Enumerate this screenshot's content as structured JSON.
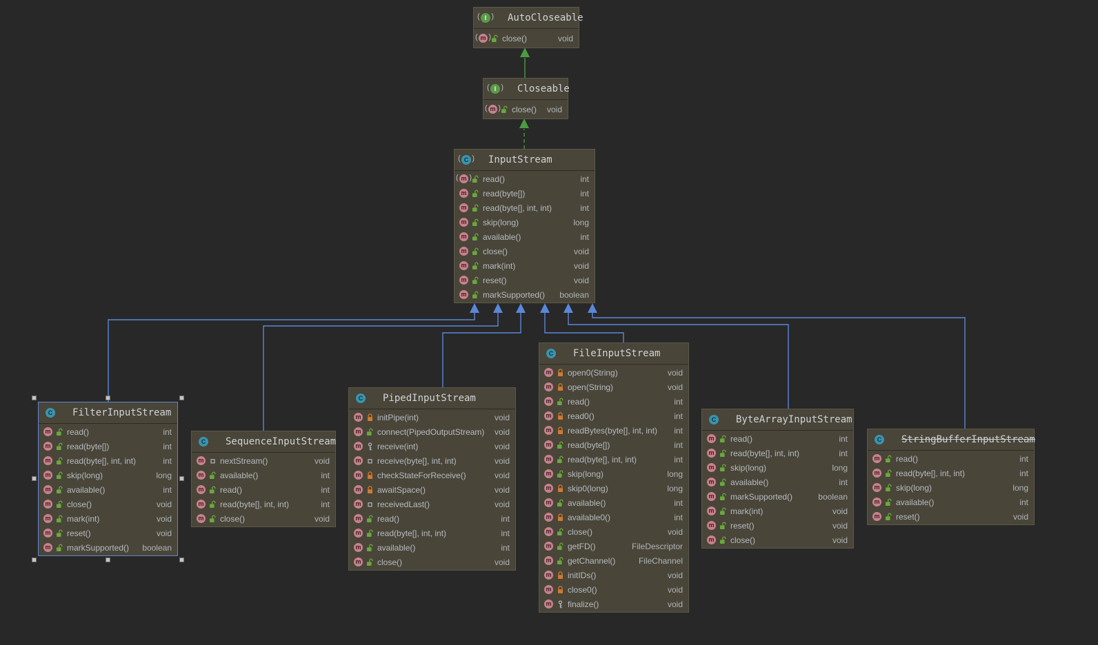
{
  "diagram": {
    "tool": "UML class diagram",
    "colors": {
      "background": "#282828",
      "box_fill": "#494539",
      "box_border": "#5c584a",
      "selection_border": "#5d87d3",
      "extends_edge_blue": "#5b87d8",
      "interface_edge_green": "#4c9a44",
      "public_icon_green": "#6aa83d",
      "private_icon_orange": "#d07a30",
      "method_icon_pink": "#c9818c",
      "class_icon_teal": "#3b93ae",
      "interface_icon_green": "#5a9c49"
    },
    "classes": [
      {
        "id": "autocloseable",
        "name": "AutoCloseable",
        "kind": "interface",
        "abstract": true,
        "deprecated": false,
        "selected": false,
        "methods": [
          {
            "name": "close()",
            "type": "void",
            "visibility": "public",
            "abstract": true
          }
        ]
      },
      {
        "id": "closeable",
        "name": "Closeable",
        "kind": "interface",
        "abstract": true,
        "deprecated": false,
        "selected": false,
        "methods": [
          {
            "name": "close()",
            "type": "void",
            "visibility": "public",
            "abstract": true
          }
        ]
      },
      {
        "id": "inputstream",
        "name": "InputStream",
        "kind": "class",
        "abstract": true,
        "deprecated": false,
        "selected": false,
        "methods": [
          {
            "name": "read()",
            "type": "int",
            "visibility": "public",
            "abstract": true
          },
          {
            "name": "read(byte[])",
            "type": "int",
            "visibility": "public",
            "abstract": false
          },
          {
            "name": "read(byte[], int, int)",
            "type": "int",
            "visibility": "public",
            "abstract": false
          },
          {
            "name": "skip(long)",
            "type": "long",
            "visibility": "public",
            "abstract": false
          },
          {
            "name": "available()",
            "type": "int",
            "visibility": "public",
            "abstract": false
          },
          {
            "name": "close()",
            "type": "void",
            "visibility": "public",
            "abstract": false
          },
          {
            "name": "mark(int)",
            "type": "void",
            "visibility": "public",
            "abstract": false
          },
          {
            "name": "reset()",
            "type": "void",
            "visibility": "public",
            "abstract": false
          },
          {
            "name": "markSupported()",
            "type": "boolean",
            "visibility": "public",
            "abstract": false
          }
        ]
      },
      {
        "id": "filterinputstream",
        "name": "FilterInputStream",
        "kind": "class",
        "abstract": false,
        "deprecated": false,
        "selected": true,
        "methods": [
          {
            "name": "read()",
            "type": "int",
            "visibility": "public",
            "abstract": false
          },
          {
            "name": "read(byte[])",
            "type": "int",
            "visibility": "public",
            "abstract": false
          },
          {
            "name": "read(byte[], int, int)",
            "type": "int",
            "visibility": "public",
            "abstract": false
          },
          {
            "name": "skip(long)",
            "type": "long",
            "visibility": "public",
            "abstract": false
          },
          {
            "name": "available()",
            "type": "int",
            "visibility": "public",
            "abstract": false
          },
          {
            "name": "close()",
            "type": "void",
            "visibility": "public",
            "abstract": false
          },
          {
            "name": "mark(int)",
            "type": "void",
            "visibility": "public",
            "abstract": false
          },
          {
            "name": "reset()",
            "type": "void",
            "visibility": "public",
            "abstract": false
          },
          {
            "name": "markSupported()",
            "type": "boolean",
            "visibility": "public",
            "abstract": false
          }
        ]
      },
      {
        "id": "sequenceinputstream",
        "name": "SequenceInputStream",
        "kind": "class",
        "abstract": false,
        "deprecated": false,
        "selected": false,
        "methods": [
          {
            "name": "nextStream()",
            "type": "void",
            "visibility": "package",
            "abstract": false
          },
          {
            "name": "available()",
            "type": "int",
            "visibility": "public",
            "abstract": false
          },
          {
            "name": "read()",
            "type": "int",
            "visibility": "public",
            "abstract": false
          },
          {
            "name": "read(byte[], int, int)",
            "type": "int",
            "visibility": "public",
            "abstract": false
          },
          {
            "name": "close()",
            "type": "void",
            "visibility": "public",
            "abstract": false
          }
        ]
      },
      {
        "id": "pipedinputstream",
        "name": "PipedInputStream",
        "kind": "class",
        "abstract": false,
        "deprecated": false,
        "selected": false,
        "methods": [
          {
            "name": "initPipe(int)",
            "type": "void",
            "visibility": "private",
            "abstract": false
          },
          {
            "name": "connect(PipedOutputStream)",
            "type": "void",
            "visibility": "public",
            "abstract": false
          },
          {
            "name": "receive(int)",
            "type": "void",
            "visibility": "protected",
            "abstract": false
          },
          {
            "name": "receive(byte[], int, int)",
            "type": "void",
            "visibility": "package",
            "abstract": false
          },
          {
            "name": "checkStateForReceive()",
            "type": "void",
            "visibility": "private",
            "abstract": false
          },
          {
            "name": "awaitSpace()",
            "type": "void",
            "visibility": "private",
            "abstract": false
          },
          {
            "name": "receivedLast()",
            "type": "void",
            "visibility": "package",
            "abstract": false
          },
          {
            "name": "read()",
            "type": "int",
            "visibility": "public",
            "abstract": false
          },
          {
            "name": "read(byte[], int, int)",
            "type": "int",
            "visibility": "public",
            "abstract": false
          },
          {
            "name": "available()",
            "type": "int",
            "visibility": "public",
            "abstract": false
          },
          {
            "name": "close()",
            "type": "void",
            "visibility": "public",
            "abstract": false
          }
        ]
      },
      {
        "id": "fileinputstream",
        "name": "FileInputStream",
        "kind": "class",
        "abstract": false,
        "deprecated": false,
        "selected": false,
        "methods": [
          {
            "name": "open0(String)",
            "type": "void",
            "visibility": "private",
            "abstract": false
          },
          {
            "name": "open(String)",
            "type": "void",
            "visibility": "private",
            "abstract": false
          },
          {
            "name": "read()",
            "type": "int",
            "visibility": "public",
            "abstract": false
          },
          {
            "name": "read0()",
            "type": "int",
            "visibility": "private",
            "abstract": false
          },
          {
            "name": "readBytes(byte[], int, int)",
            "type": "int",
            "visibility": "private",
            "abstract": false
          },
          {
            "name": "read(byte[])",
            "type": "int",
            "visibility": "public",
            "abstract": false
          },
          {
            "name": "read(byte[], int, int)",
            "type": "int",
            "visibility": "public",
            "abstract": false
          },
          {
            "name": "skip(long)",
            "type": "long",
            "visibility": "public",
            "abstract": false
          },
          {
            "name": "skip0(long)",
            "type": "long",
            "visibility": "private",
            "abstract": false
          },
          {
            "name": "available()",
            "type": "int",
            "visibility": "public",
            "abstract": false
          },
          {
            "name": "available0()",
            "type": "int",
            "visibility": "private",
            "abstract": false
          },
          {
            "name": "close()",
            "type": "void",
            "visibility": "public",
            "abstract": false
          },
          {
            "name": "getFD()",
            "type": "FileDescriptor",
            "visibility": "public",
            "abstract": false
          },
          {
            "name": "getChannel()",
            "type": "FileChannel",
            "visibility": "public",
            "abstract": false
          },
          {
            "name": "initIDs()",
            "type": "void",
            "visibility": "private",
            "abstract": false
          },
          {
            "name": "close0()",
            "type": "void",
            "visibility": "private",
            "abstract": false
          },
          {
            "name": "finalize()",
            "type": "void",
            "visibility": "protected",
            "abstract": false
          }
        ]
      },
      {
        "id": "bytearrayinputstream",
        "name": "ByteArrayInputStream",
        "kind": "class",
        "abstract": false,
        "deprecated": false,
        "selected": false,
        "methods": [
          {
            "name": "read()",
            "type": "int",
            "visibility": "public",
            "abstract": false
          },
          {
            "name": "read(byte[], int, int)",
            "type": "int",
            "visibility": "public",
            "abstract": false
          },
          {
            "name": "skip(long)",
            "type": "long",
            "visibility": "public",
            "abstract": false
          },
          {
            "name": "available()",
            "type": "int",
            "visibility": "public",
            "abstract": false
          },
          {
            "name": "markSupported()",
            "type": "boolean",
            "visibility": "public",
            "abstract": false
          },
          {
            "name": "mark(int)",
            "type": "void",
            "visibility": "public",
            "abstract": false
          },
          {
            "name": "reset()",
            "type": "void",
            "visibility": "public",
            "abstract": false
          },
          {
            "name": "close()",
            "type": "void",
            "visibility": "public",
            "abstract": false
          }
        ]
      },
      {
        "id": "stringbufferinputstream",
        "name": "StringBufferInputStream",
        "kind": "class",
        "abstract": false,
        "deprecated": true,
        "selected": false,
        "methods": [
          {
            "name": "read()",
            "type": "int",
            "visibility": "public",
            "abstract": false
          },
          {
            "name": "read(byte[], int, int)",
            "type": "int",
            "visibility": "public",
            "abstract": false
          },
          {
            "name": "skip(long)",
            "type": "long",
            "visibility": "public",
            "abstract": false
          },
          {
            "name": "available()",
            "type": "int",
            "visibility": "public",
            "abstract": false
          },
          {
            "name": "reset()",
            "type": "void",
            "visibility": "public",
            "abstract": false
          }
        ]
      }
    ],
    "edges": [
      {
        "from": "Closeable",
        "to": "AutoCloseable",
        "type": "interface-extends",
        "style": "solid-green"
      },
      {
        "from": "InputStream",
        "to": "Closeable",
        "type": "implements",
        "style": "dashed-green"
      },
      {
        "from": "FilterInputStream",
        "to": "InputStream",
        "type": "extends",
        "style": "solid-blue"
      },
      {
        "from": "SequenceInputStream",
        "to": "InputStream",
        "type": "extends",
        "style": "solid-blue"
      },
      {
        "from": "PipedInputStream",
        "to": "InputStream",
        "type": "extends",
        "style": "solid-blue"
      },
      {
        "from": "FileInputStream",
        "to": "InputStream",
        "type": "extends",
        "style": "solid-blue"
      },
      {
        "from": "ByteArrayInputStream",
        "to": "InputStream",
        "type": "extends",
        "style": "solid-blue"
      },
      {
        "from": "StringBufferInputStream",
        "to": "InputStream",
        "type": "extends",
        "style": "solid-blue"
      }
    ]
  }
}
